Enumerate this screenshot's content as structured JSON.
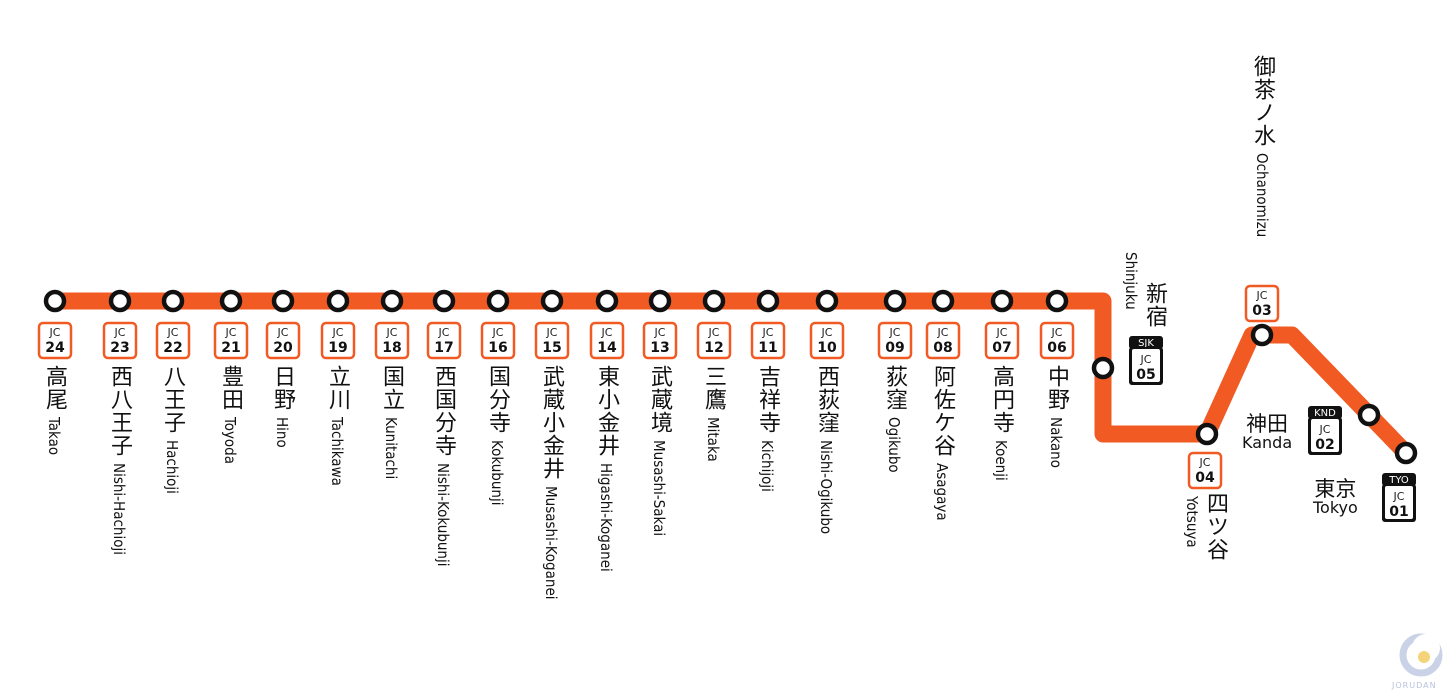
{
  "line": {
    "color": "#F15A22",
    "stroke_color": "#111111"
  },
  "stations": [
    {
      "id": "JC24",
      "code": "JC",
      "num": "24",
      "kanji": "高尾",
      "roman": "Takao"
    },
    {
      "id": "JC23",
      "code": "JC",
      "num": "23",
      "kanji": "西八王子",
      "roman": "Nishi-Hachioji"
    },
    {
      "id": "JC22",
      "code": "JC",
      "num": "22",
      "kanji": "八王子",
      "roman": "Hachioji"
    },
    {
      "id": "JC21",
      "code": "JC",
      "num": "21",
      "kanji": "豊田",
      "roman": "Toyoda"
    },
    {
      "id": "JC20",
      "code": "JC",
      "num": "20",
      "kanji": "日野",
      "roman": "Hino"
    },
    {
      "id": "JC19",
      "code": "JC",
      "num": "19",
      "kanji": "立川",
      "roman": "Tachikawa"
    },
    {
      "id": "JC18",
      "code": "JC",
      "num": "18",
      "kanji": "国立",
      "roman": "Kunitachi"
    },
    {
      "id": "JC17",
      "code": "JC",
      "num": "17",
      "kanji": "西国分寺",
      "roman": "Nishi-Kokubunji"
    },
    {
      "id": "JC16",
      "code": "JC",
      "num": "16",
      "kanji": "国分寺",
      "roman": "Kokubunji"
    },
    {
      "id": "JC15",
      "code": "JC",
      "num": "15",
      "kanji": "武蔵小金井",
      "roman": "Musashi-Koganei"
    },
    {
      "id": "JC14",
      "code": "JC",
      "num": "14",
      "kanji": "東小金井",
      "roman": "Higashi-Koganei"
    },
    {
      "id": "JC13",
      "code": "JC",
      "num": "13",
      "kanji": "武蔵境",
      "roman": "Musashi-Sakai"
    },
    {
      "id": "JC12",
      "code": "JC",
      "num": "12",
      "kanji": "三鷹",
      "roman": "Mitaka"
    },
    {
      "id": "JC11",
      "code": "JC",
      "num": "11",
      "kanji": "吉祥寺",
      "roman": "Kichijoji"
    },
    {
      "id": "JC10",
      "code": "JC",
      "num": "10",
      "kanji": "西荻窪",
      "roman": "Nishi-Ogikubo"
    },
    {
      "id": "JC09",
      "code": "JC",
      "num": "09",
      "kanji": "荻窪",
      "roman": "Ogikubo"
    },
    {
      "id": "JC08",
      "code": "JC",
      "num": "08",
      "kanji": "阿佐ケ谷",
      "roman": "Asagaya"
    },
    {
      "id": "JC07",
      "code": "JC",
      "num": "07",
      "kanji": "高円寺",
      "roman": "Koenji"
    },
    {
      "id": "JC06",
      "code": "JC",
      "num": "06",
      "kanji": "中野",
      "roman": "Nakano"
    },
    {
      "id": "JC05",
      "code": "JC",
      "num": "05",
      "kanji": "新宿",
      "roman": "Shinjuku",
      "three_letter": "SJK"
    },
    {
      "id": "JC04",
      "code": "JC",
      "num": "04",
      "kanji": "四ツ谷",
      "roman": "Yotsuya"
    },
    {
      "id": "JC03",
      "code": "JC",
      "num": "03",
      "kanji": "御茶ノ水",
      "roman": "Ochanomizu"
    },
    {
      "id": "JC02",
      "code": "JC",
      "num": "02",
      "kanji": "神田",
      "roman": "Kanda",
      "three_letter": "KND"
    },
    {
      "id": "JC01",
      "code": "JC",
      "num": "01",
      "kanji": "東京",
      "roman": "Tokyo",
      "three_letter": "TYO"
    }
  ],
  "logo": {
    "text": "JORUDAN",
    "color": "#C9D2E6",
    "accent": "#F5D37A"
  }
}
